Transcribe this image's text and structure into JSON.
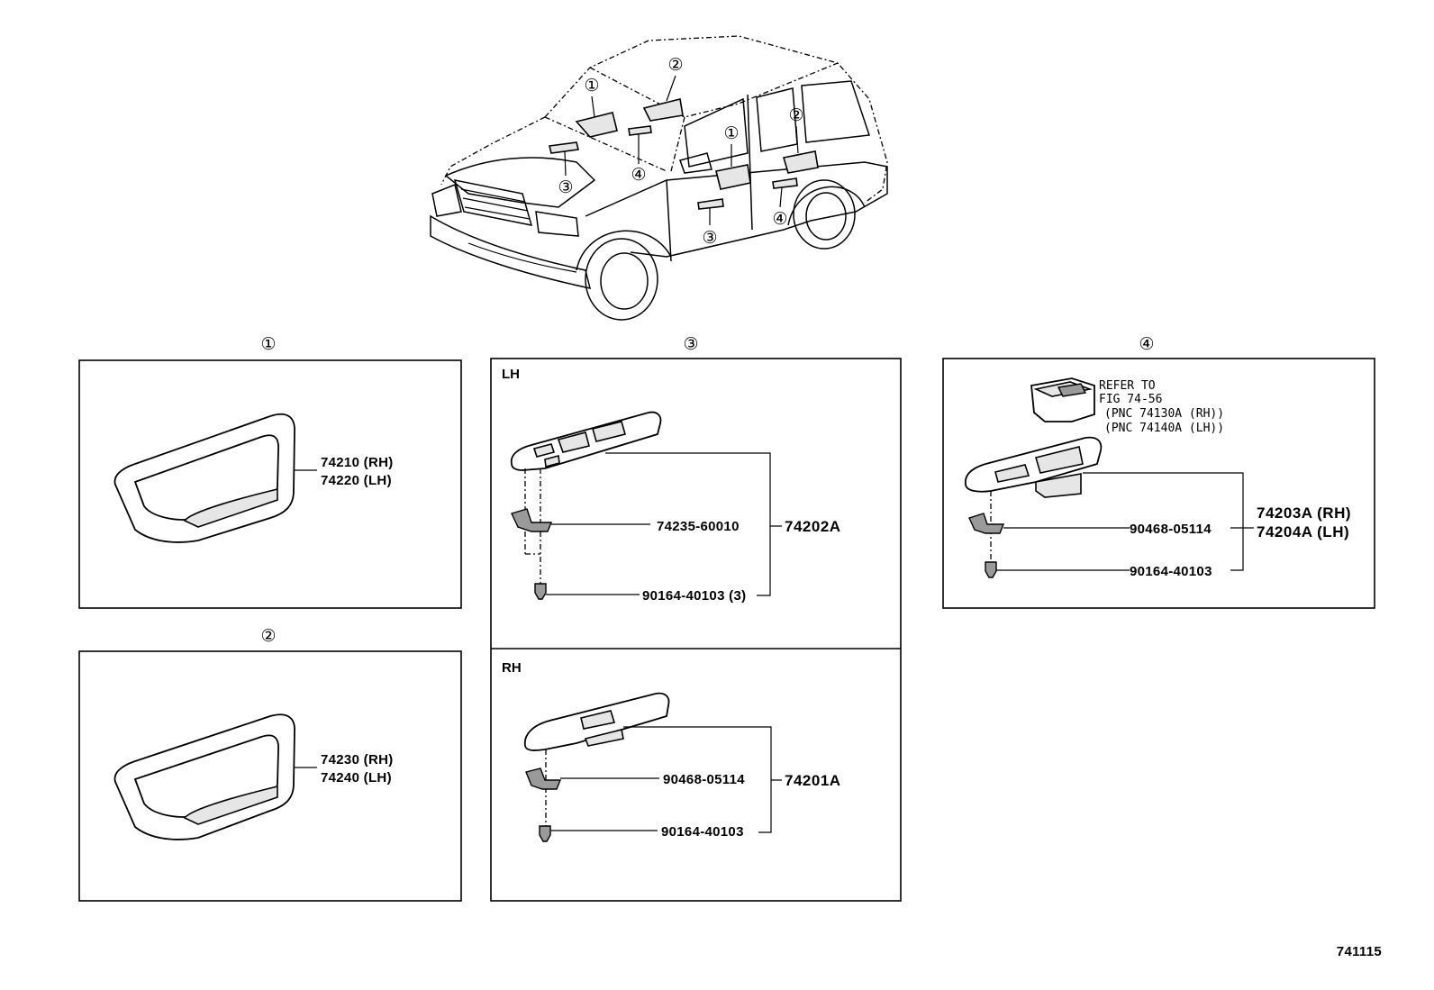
{
  "overview": {
    "callouts": [
      "①",
      "②",
      "①",
      "②",
      "③",
      "④",
      "③",
      "④"
    ]
  },
  "panel1": {
    "number": "①",
    "parts": [
      "74210 (RH)",
      "74220 (LH)"
    ]
  },
  "panel2": {
    "number": "②",
    "parts": [
      "74230 (RH)",
      "74240 (LH)"
    ]
  },
  "panel3": {
    "number": "③",
    "lh": {
      "label": "LH",
      "assembly": "74202A",
      "items": [
        "74235-60010",
        "90164-40103 (3)"
      ]
    },
    "rh": {
      "label": "RH",
      "assembly": "74201A",
      "items": [
        "90468-05114",
        "90164-40103"
      ]
    }
  },
  "panel4": {
    "number": "④",
    "note": [
      "REFER TO",
      "FIG 74-56",
      "(PNC 74130A (RH))",
      "(PNC 74140A (LH))"
    ],
    "assembly": [
      "74203A (RH)",
      "74204A (LH)"
    ],
    "items": [
      "90468-05114",
      "90164-40103"
    ]
  },
  "figure_number": "741115"
}
